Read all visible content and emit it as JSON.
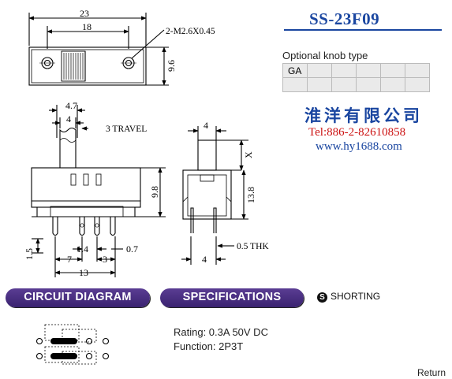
{
  "header": {
    "part_number": "SS-23F09",
    "optional_knob_label": "Optional knob type",
    "knob_types": [
      "GA",
      "",
      "",
      "",
      "",
      ""
    ]
  },
  "company": {
    "name": "淮洋有限公司",
    "tel": "Tel:886-2-82610858",
    "website": "www.hy1688.com"
  },
  "dimensions": {
    "top_width": "23",
    "top_mid": "18",
    "hole_spec": "2-M2.6X0.45",
    "top_height": "9.6",
    "knob_w1": "4.7",
    "knob_w2": "4",
    "travel": "3 TRAVEL",
    "body_height": "9.8",
    "pin_pitch": "1.4",
    "pin_span": "7",
    "pin_gap": "3",
    "pin_thick": "0.7",
    "total_width": "13",
    "pin_len": "1.5",
    "side_knob": "4",
    "side_x": "X",
    "side_height": "13.8",
    "side_bottom": "4",
    "side_thk": "0.5 THK"
  },
  "sections": {
    "circuit_diagram": "CIRCUIT DIAGRAM",
    "specifications": "SPECIFICATIONS",
    "shorting": "SHORTING",
    "shorting_icon": "S"
  },
  "specs": {
    "rating": "Rating: 0.3A 50V DC",
    "function": "Function: 2P3T"
  },
  "nav": {
    "return": "Return"
  }
}
